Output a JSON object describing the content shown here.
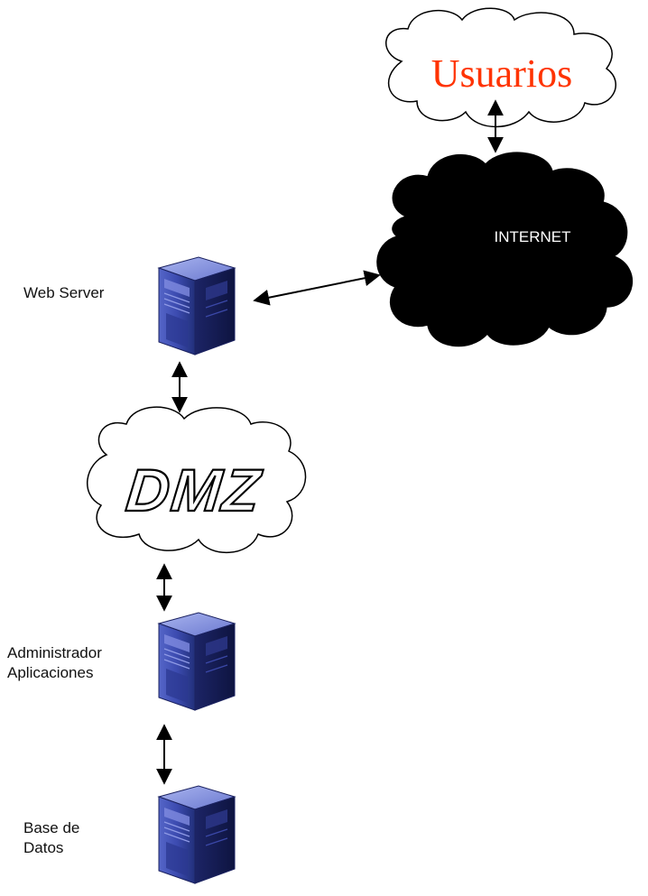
{
  "clouds": {
    "usuarios": {
      "label": "Usuarios",
      "color": "#ff3300"
    },
    "internet": {
      "label": "INTERNET",
      "fill": "#000000",
      "text_color": "#ffffff"
    },
    "dmz": {
      "label": "DMZ"
    }
  },
  "servers": {
    "web": {
      "label": "Web Server"
    },
    "app": {
      "label_line1": "Administrador",
      "label_line2": "Aplicaciones"
    },
    "db": {
      "label_line1": "Base de",
      "label_line2": "Datos"
    }
  },
  "icons": {
    "server": "server-tower-icon",
    "arrow": "double-arrow-icon"
  }
}
